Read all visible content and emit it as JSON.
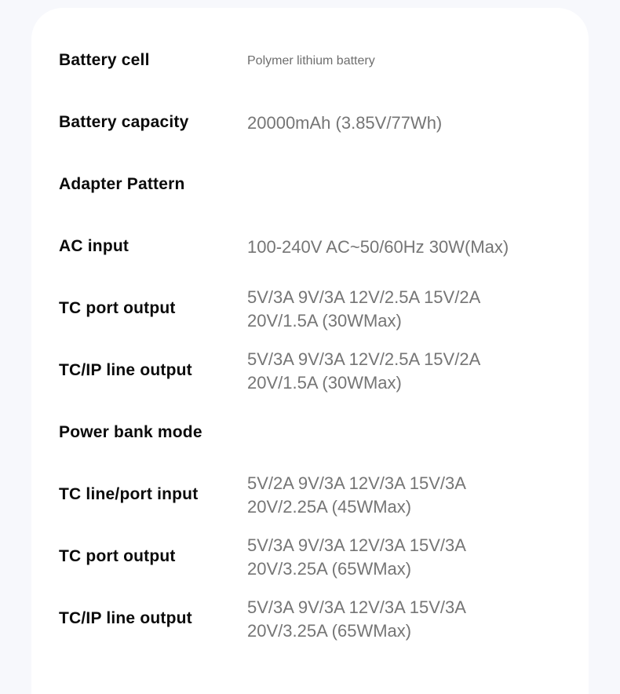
{
  "theme": {
    "bg": "#f7f8fc",
    "card": "#ffffff",
    "label-color": "#0a0a0a",
    "value-color": "#757575",
    "value-small-color": "#6e6e6e"
  },
  "spec_table": {
    "rows": [
      {
        "label": "Battery cell",
        "value_lines": [
          "Polymer lithium battery"
        ]
      },
      {
        "label": "Battery capacity",
        "value_lines": [
          "20000mAh (3.85V/77Wh)"
        ]
      },
      {
        "label": "Adapter Pattern",
        "value_lines": []
      },
      {
        "label": "AC input",
        "value_lines": [
          "100-240V AC~50/60Hz 30W(Max)"
        ]
      },
      {
        "label": "TC port output",
        "value_lines": [
          "5V/3A 9V/3A 12V/2.5A 15V/2A",
          "20V/1.5A (30WMax)"
        ]
      },
      {
        "label": "TC/IP line output",
        "value_lines": [
          "5V/3A 9V/3A 12V/2.5A 15V/2A",
          "20V/1.5A (30WMax)"
        ]
      },
      {
        "label": "Power bank mode",
        "value_lines": []
      },
      {
        "label": "TC line/port input",
        "value_lines": [
          "5V/2A 9V/3A 12V/3A 15V/3A",
          "20V/2.25A (45WMax)"
        ]
      },
      {
        "label": "TC port output",
        "value_lines": [
          "5V/3A 9V/3A 12V/3A 15V/3A",
          "20V/3.25A (65WMax)"
        ]
      },
      {
        "label": "TC/IP line output",
        "value_lines": [
          "5V/3A 9V/3A 12V/3A 15V/3A",
          "20V/3.25A (65WMax)"
        ]
      }
    ]
  }
}
